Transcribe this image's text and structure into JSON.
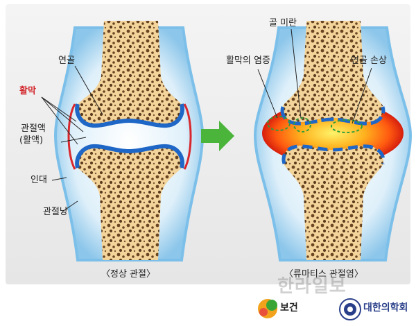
{
  "left_panel": {
    "caption": "〈정상 관절〉",
    "labels": {
      "cartilage": "연골",
      "synovium": "활막",
      "synovial_fluid_1": "관절액",
      "synovial_fluid_2": "(활액)",
      "ligament": "인대",
      "capsule": "관절낭"
    }
  },
  "right_panel": {
    "caption": "〈류마티스 관절염〉",
    "labels": {
      "bone_erosion": "골 미란",
      "synovitis": "활막의 염증",
      "cartilage_damage": "연골 손상"
    }
  },
  "footer": {
    "logo1_text": "보건",
    "logo2_text": "대한의학회",
    "watermark": "한라일보"
  },
  "colors": {
    "bone": "#f3d49a",
    "marrow": "#5a3b1e",
    "cartilage": "#1f67c7",
    "synovium": "#d8282e",
    "capsule": "#a9d8f0",
    "inflammation": "#ff7a18",
    "arrow": "#4bb43a"
  }
}
